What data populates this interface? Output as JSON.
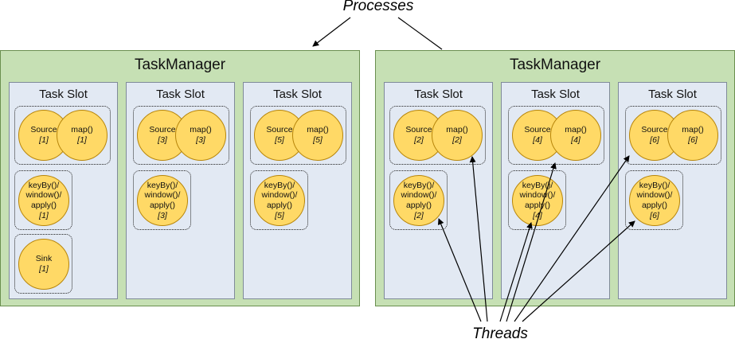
{
  "annotations": {
    "top": "Processes",
    "bottom": "Threads"
  },
  "task_managers": [
    {
      "title": "TaskManager",
      "slots": [
        {
          "title": "Task Slot",
          "chain": {
            "source": "Source",
            "source_idx": "[1]",
            "map": "map()",
            "map_idx": "[1]"
          },
          "window": {
            "lines": [
              "keyBy()/",
              "window()/",
              "apply()"
            ],
            "idx": "[1]"
          },
          "sink": {
            "label": "Sink",
            "idx": "[1]"
          }
        },
        {
          "title": "Task Slot",
          "chain": {
            "source": "Source",
            "source_idx": "[3]",
            "map": "map()",
            "map_idx": "[3]"
          },
          "window": {
            "lines": [
              "keyBy()/",
              "window()/",
              "apply()"
            ],
            "idx": "[3]"
          }
        },
        {
          "title": "Task Slot",
          "chain": {
            "source": "Source",
            "source_idx": "[5]",
            "map": "map()",
            "map_idx": "[5]"
          },
          "window": {
            "lines": [
              "keyBy()/",
              "window()/",
              "apply()"
            ],
            "idx": "[5]"
          }
        }
      ]
    },
    {
      "title": "TaskManager",
      "slots": [
        {
          "title": "Task Slot",
          "chain": {
            "source": "Source",
            "source_idx": "[2]",
            "map": "map()",
            "map_idx": "[2]"
          },
          "window": {
            "lines": [
              "keyBy()/",
              "window()/",
              "apply()"
            ],
            "idx": "[2]"
          }
        },
        {
          "title": "Task Slot",
          "chain": {
            "source": "Source",
            "source_idx": "[4]",
            "map": "map()",
            "map_idx": "[4]"
          },
          "window": {
            "lines": [
              "keyBy()/",
              "window()/",
              "apply()"
            ],
            "idx": "[4]"
          }
        },
        {
          "title": "Task Slot",
          "chain": {
            "source": "Source",
            "source_idx": "[6]",
            "map": "map()",
            "map_idx": "[6]"
          },
          "window": {
            "lines": [
              "keyBy()/",
              "window()/",
              "apply()"
            ],
            "idx": "[6]"
          }
        }
      ]
    }
  ]
}
